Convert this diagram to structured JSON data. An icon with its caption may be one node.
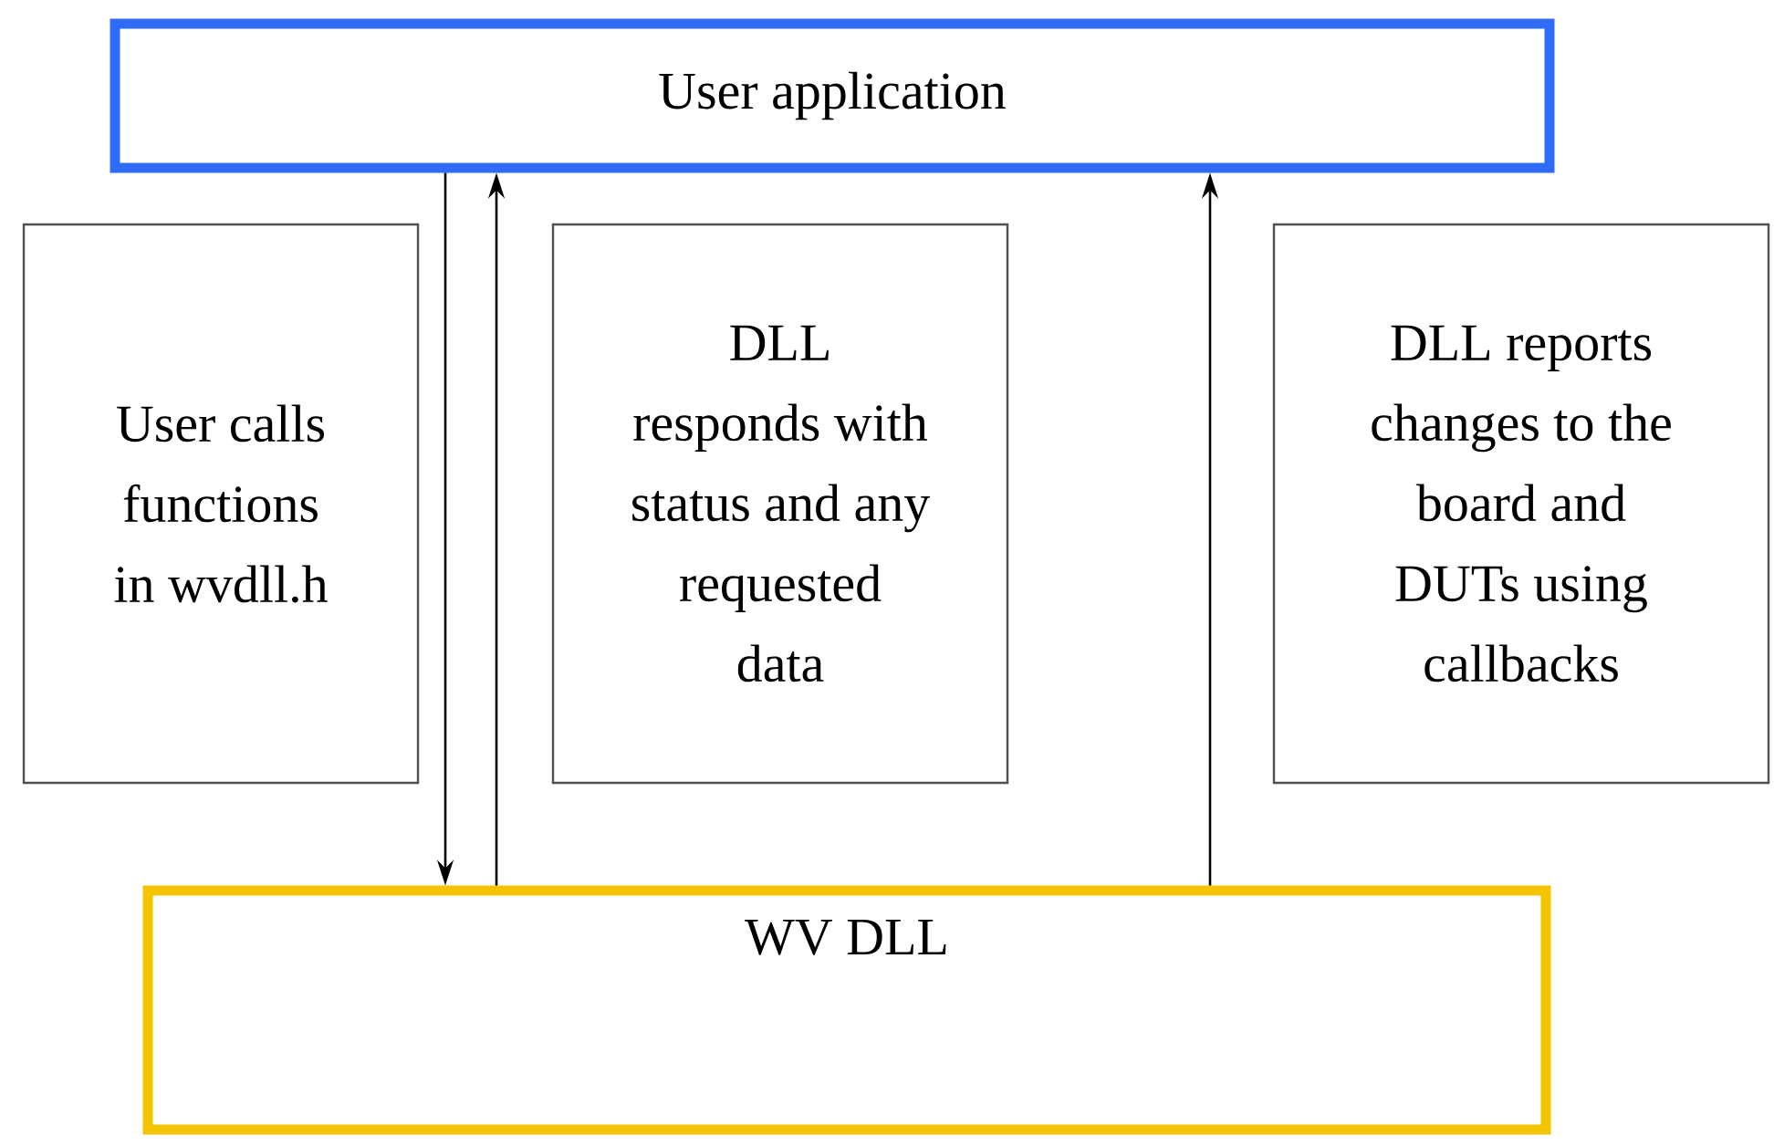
{
  "diagram": {
    "nodes": [
      {
        "text": [
          "User application"
        ]
      },
      {
        "text": [
          "WV DLL"
        ]
      },
      {
        "text": [
          "User calls functions in wvdll.h"
        ]
      },
      {
        "text": [
          "DLL responds with status and any requested data"
        ]
      },
      {
        "text": [
          "DLL reports changes to the board and DUTs using callbacks"
        ]
      }
    ],
    "edges": [
      {
        "from": 0,
        "to": 1,
        "arrow": "to"
      },
      {
        "from": 1,
        "to": 0,
        "arrow": "to"
      },
      {
        "from": 1,
        "to": 0,
        "arrow": "to"
      }
    ]
  }
}
